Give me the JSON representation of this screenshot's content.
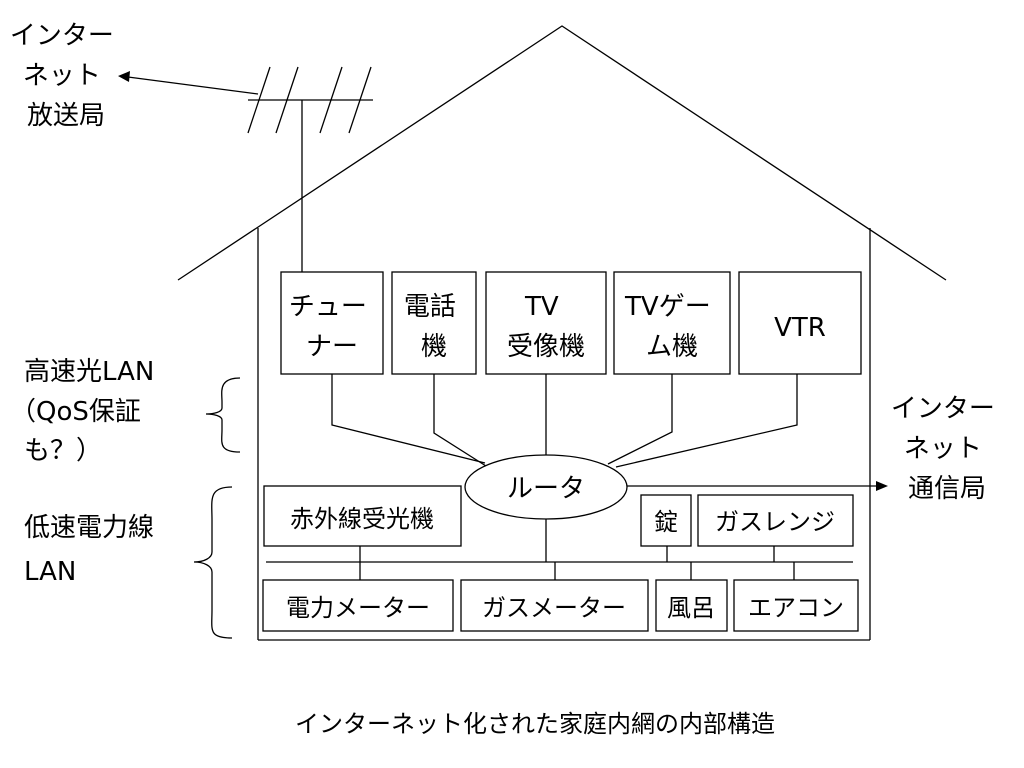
{
  "outside": {
    "broadcast_station": [
      "インター",
      "ネット",
      "放送局"
    ],
    "comm_station": [
      "インター",
      "ネット",
      "通信局"
    ]
  },
  "labels": {
    "high_speed_lan": [
      "高速光LAN",
      "（QoS保証",
      "も？）"
    ],
    "low_speed_lan": [
      "低速電力線",
      "LAN"
    ]
  },
  "high_speed_devices": [
    {
      "lines": [
        "チュー",
        "ナー"
      ]
    },
    {
      "lines": [
        "電話",
        "機"
      ]
    },
    {
      "lines": [
        "TV",
        "受像機"
      ]
    },
    {
      "lines": [
        "TVゲー",
        "ム機"
      ]
    },
    {
      "lines": [
        "VTR"
      ]
    }
  ],
  "router": "ルータ",
  "low_speed_devices_top": [
    "赤外線受光機",
    "錠",
    "ガスレンジ"
  ],
  "low_speed_devices_bottom": [
    "電力メーター",
    "ガスメーター",
    "風呂",
    "エアコン"
  ],
  "caption": "インターネット化された家庭内網の内部構造"
}
